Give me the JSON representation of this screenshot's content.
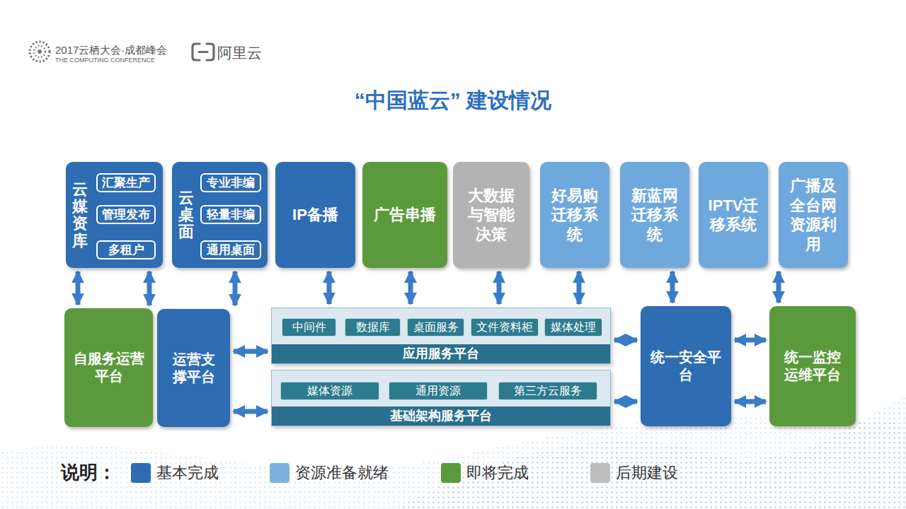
{
  "diagram": {
    "title": "“中国蓝云” 建设情况",
    "nodes": [
      {
        "text": [
          "云媒资库"
        ]
      },
      {
        "text": [
          "汇聚生产"
        ],
        "in": 0
      },
      {
        "text": [
          "管理发布"
        ],
        "in": 0
      },
      {
        "text": [
          "多租户"
        ],
        "in": 0
      },
      {
        "text": [
          "云桌面"
        ]
      },
      {
        "text": [
          "专业非编"
        ],
        "in": 4
      },
      {
        "text": [
          "轻量非编"
        ],
        "in": 4
      },
      {
        "text": [
          "通用桌面"
        ],
        "in": 4
      },
      {
        "text": [
          "IP备播"
        ]
      },
      {
        "text": [
          "广告串播"
        ]
      },
      {
        "text": [
          "大数据与智能决策"
        ]
      },
      {
        "text": [
          "好易购迁移系统"
        ]
      },
      {
        "text": [
          "新蓝网迁移系统"
        ]
      },
      {
        "text": [
          "IPTV迁移系统"
        ]
      },
      {
        "text": [
          "广播及全台网资源利用"
        ]
      },
      {
        "text": [
          "自服务运营平台"
        ]
      },
      {
        "text": [
          "运营支撑平台"
        ]
      },
      {
        "text": [
          "应用服务平台"
        ]
      },
      {
        "text": [
          "中间件"
        ],
        "in": 17
      },
      {
        "text": [
          "数据库"
        ],
        "in": 17
      },
      {
        "text": [
          "桌面服务"
        ],
        "in": 17
      },
      {
        "text": [
          "文件资料柜"
        ],
        "in": 17
      },
      {
        "text": [
          "媒体处理"
        ],
        "in": 17
      },
      {
        "text": [
          "基础架构服务平台"
        ]
      },
      {
        "text": [
          "媒体资源"
        ],
        "in": 23
      },
      {
        "text": [
          "通用资源"
        ],
        "in": 23
      },
      {
        "text": [
          "第三方云服务"
        ],
        "in": 23
      },
      {
        "text": [
          "统一安全平台"
        ]
      },
      {
        "text": [
          "统一监控运维平台"
        ]
      }
    ],
    "edges": [
      {
        "from": 0,
        "to": 15,
        "arrow": "both"
      },
      {
        "from": 0,
        "to": 16,
        "arrow": "both"
      },
      {
        "from": 4,
        "to": 16,
        "arrow": "both"
      },
      {
        "from": 8,
        "to": 17,
        "arrow": "both"
      },
      {
        "from": 9,
        "to": 17,
        "arrow": "both"
      },
      {
        "from": 10,
        "to": 17,
        "arrow": "both"
      },
      {
        "from": 11,
        "to": 17,
        "arrow": "both"
      },
      {
        "from": 12,
        "to": 27,
        "arrow": "both"
      },
      {
        "from": 14,
        "to": 28,
        "arrow": "both"
      },
      {
        "from": 16,
        "to": 17,
        "arrow": "both"
      },
      {
        "from": 16,
        "to": 23,
        "arrow": "both"
      },
      {
        "from": 17,
        "to": 27,
        "arrow": "both"
      },
      {
        "from": 23,
        "to": 27,
        "arrow": "both"
      },
      {
        "from": 27,
        "to": 28,
        "arrow": "both"
      },
      {
        "from": 27,
        "to": 28,
        "arrow": "both"
      }
    ],
    "labels": [
      "2017云栖大会·成都峰会",
      "THE COMPUTING CONFERENCE",
      "阿里云",
      "说明："
    ],
    "legend": [
      {
        "text": "基本完成",
        "color": "#2f6db2"
      },
      {
        "text": "资源准备就绪",
        "color": "#7fb1e0"
      },
      {
        "text": "即将完成",
        "color": "#5b9a3c"
      },
      {
        "text": "后期建设",
        "color": "#bdbdbd"
      }
    ]
  }
}
